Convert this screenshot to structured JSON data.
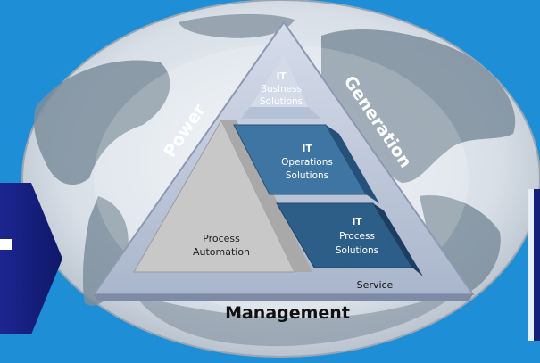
{
  "colors": {
    "background": "#1e8fd6",
    "globe_ocean": "#dfe5ec",
    "globe_land": "#7d8e9c",
    "triangle_frame": "#b9c4d8",
    "process_automation": "#c8c8c8",
    "it_dark": "#2d5e88",
    "it_mid": "#3f75a3",
    "it_light": "#d3dbe8",
    "arrow_left": "#17217f",
    "panel_right": "#141f7a"
  },
  "labels": {
    "power": "Power",
    "generation": "Generation",
    "management": "Management",
    "service": "Service"
  },
  "blocks": {
    "it_business": {
      "line1": "IT",
      "line2": "Business",
      "line3": "Solutions"
    },
    "it_operations": {
      "line1": "IT",
      "line2": "Operations",
      "line3": "Solutions"
    },
    "it_process": {
      "line1": "IT",
      "line2": "Process",
      "line3": "Solutions"
    },
    "process_automation": {
      "line1": "Process",
      "line2": "Automation"
    }
  }
}
